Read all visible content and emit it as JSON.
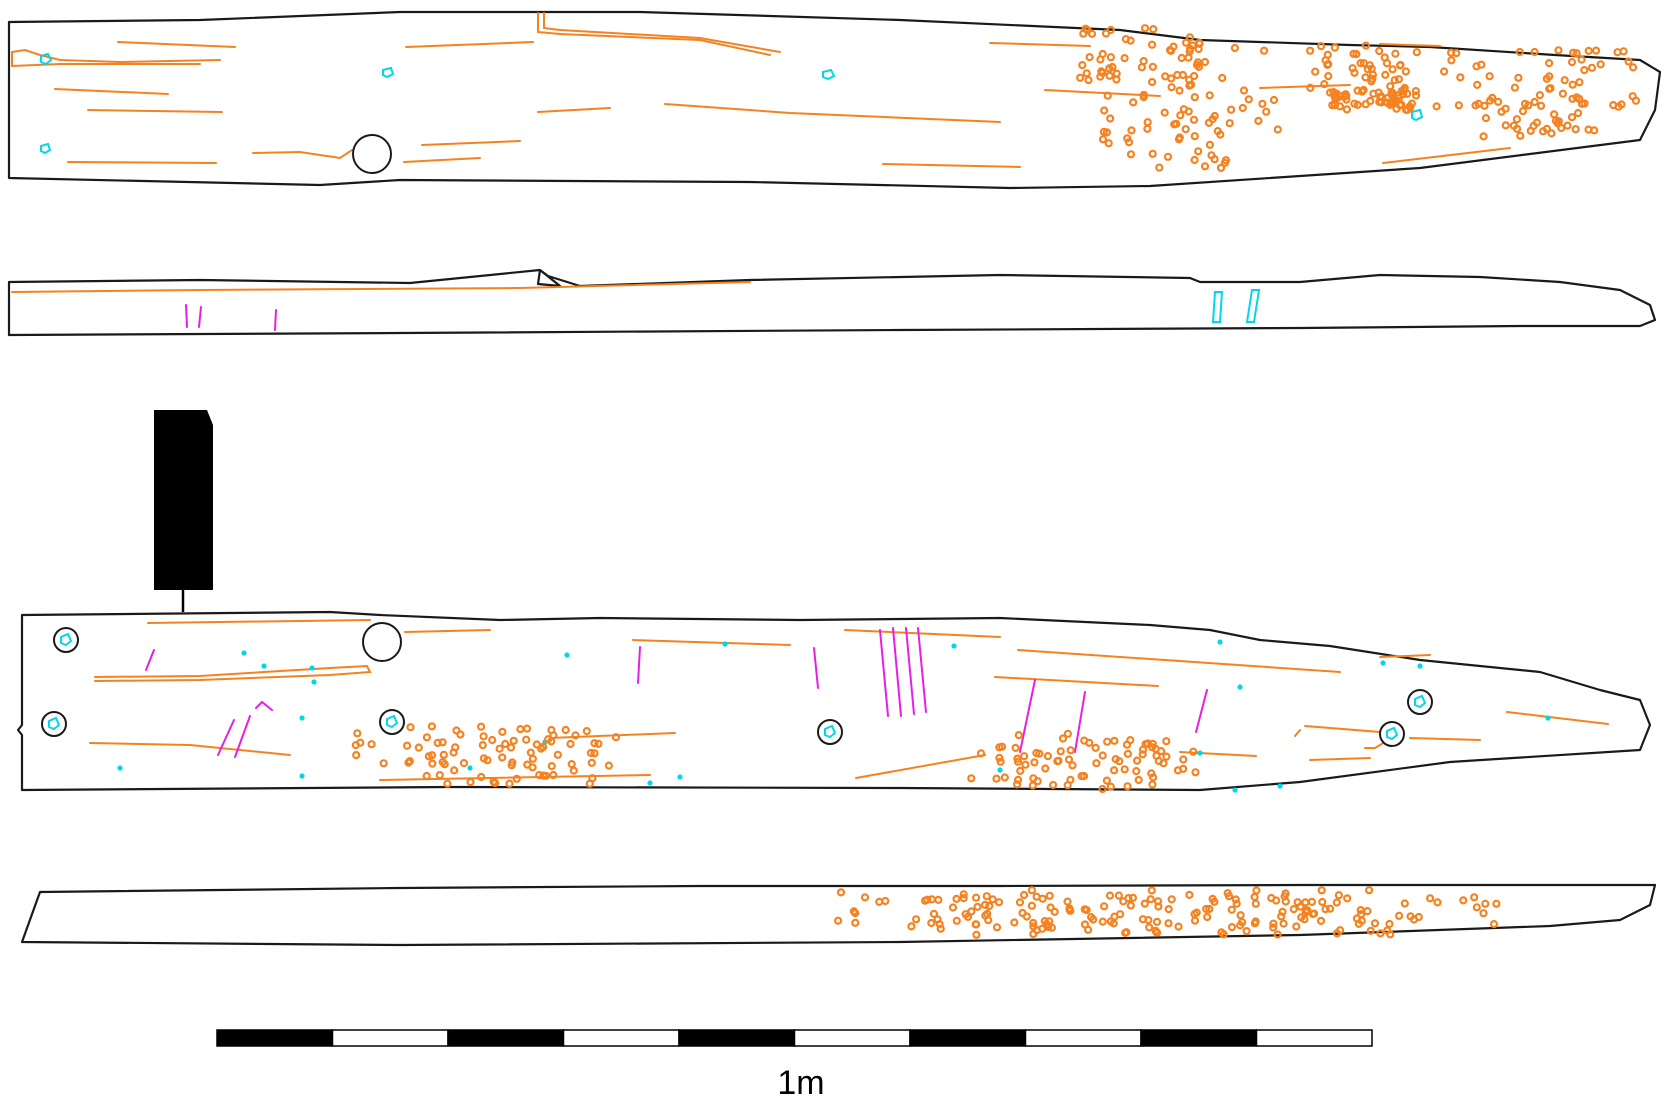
{
  "colors": {
    "outline": "#1a1a1a",
    "wood_grain": "#f58220",
    "tool_marks": "#e61ee6",
    "nail_holes": "#00d8e8",
    "section": "#000000"
  },
  "scale_bar": {
    "label": "1m",
    "segments": 10
  },
  "views": [
    {
      "id": "top-face",
      "description_role": "plank-face-1"
    },
    {
      "id": "side-1",
      "description_role": "plank-edge-1"
    },
    {
      "id": "bottom-face",
      "description_role": "plank-face-2"
    },
    {
      "id": "side-2",
      "description_role": "plank-edge-2"
    }
  ],
  "cross_section": {
    "fill": "#000000"
  }
}
